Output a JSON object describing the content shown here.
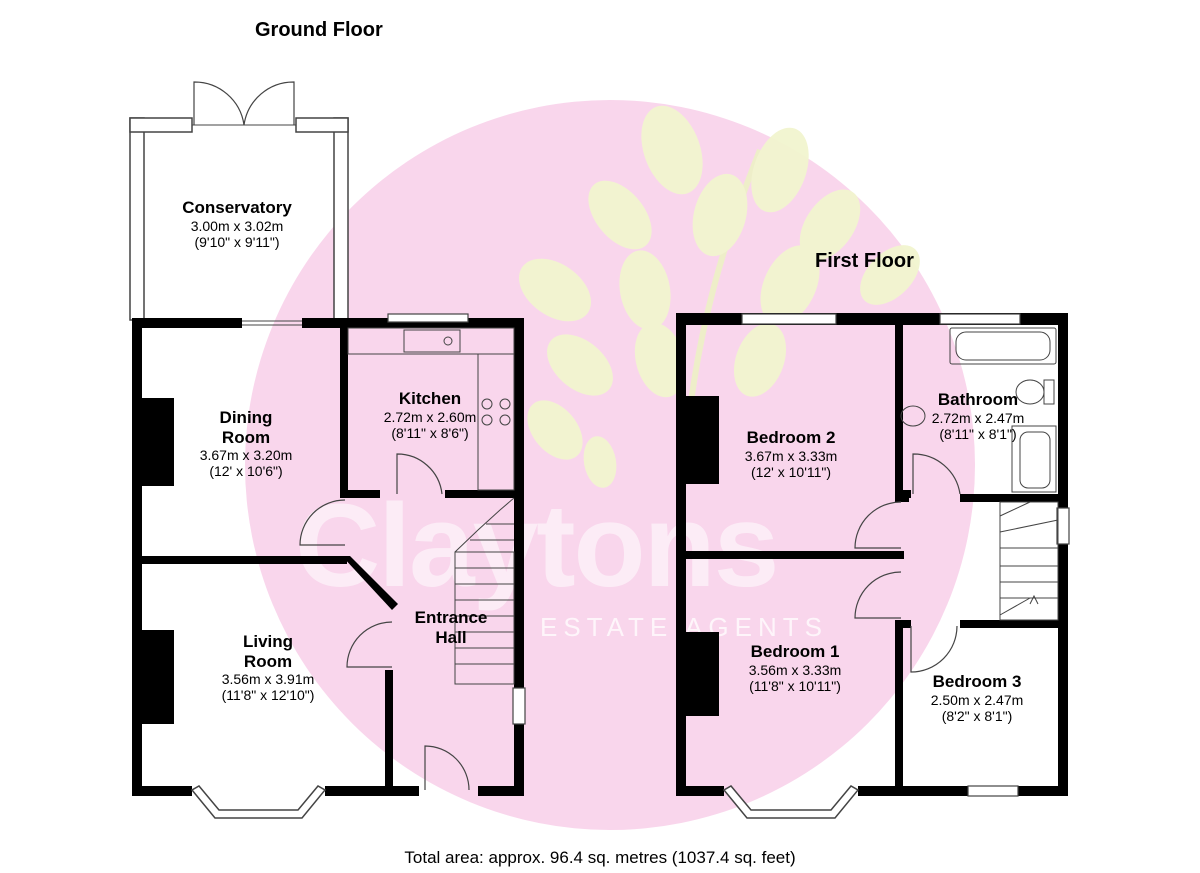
{
  "watermark": {
    "name": "Claytons",
    "tagline": "ESTATE AGENTS",
    "circle_color": "#f9d6ec",
    "leaf_color": "#f2f5cf"
  },
  "wall_color": "#000000",
  "ground_floor": {
    "title": "Ground Floor",
    "rooms": [
      {
        "name": "Conservatory",
        "dims": "3.00m x 3.02m",
        "imperial": "(9'10\" x 9'11\")"
      },
      {
        "name": "Dining\nRoom",
        "dims": "3.67m x 3.20m",
        "imperial": "(12' x 10'6\")"
      },
      {
        "name": "Kitchen",
        "dims": "2.72m x 2.60m",
        "imperial": "(8'11\" x 8'6\")"
      },
      {
        "name": "Entrance\nHall",
        "dims": "",
        "imperial": ""
      },
      {
        "name": "Living\nRoom",
        "dims": "3.56m x 3.91m",
        "imperial": "(11'8\" x 12'10\")"
      }
    ]
  },
  "first_floor": {
    "title": "First Floor",
    "rooms": [
      {
        "name": "Bedroom 2",
        "dims": "3.67m x 3.33m",
        "imperial": "(12' x 10'11\")"
      },
      {
        "name": "Bathroom",
        "dims": "2.72m x 2.47m",
        "imperial": "(8'11\" x 8'1\")"
      },
      {
        "name": "Bedroom 1",
        "dims": "3.56m x 3.33m",
        "imperial": "(11'8\" x 10'11\")"
      },
      {
        "name": "Bedroom 3",
        "dims": "2.50m x 2.47m",
        "imperial": "(8'2\" x 8'1\")"
      }
    ]
  },
  "total_area": "Total area: approx. 96.4 sq. metres (1037.4 sq. feet)"
}
